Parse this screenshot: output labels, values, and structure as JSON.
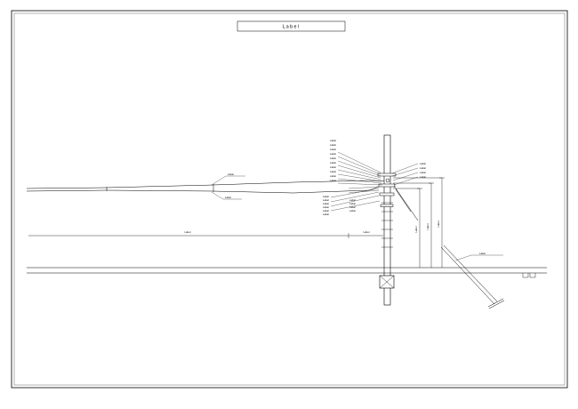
{
  "drawing": {
    "title": "Label",
    "callouts": {
      "left_span_upper": "Label",
      "left_span_lower": "Label",
      "ground_span": "Label",
      "ground_offset": "Label",
      "upper_left": [
        "Label",
        "Label",
        "Label",
        "Label",
        "Label",
        "Label",
        "Label",
        "Label",
        "Label",
        "Label"
      ],
      "lower_left": [
        "Label",
        "Label",
        "Label",
        "Label",
        "Label",
        "Label"
      ],
      "lower_right": [
        "Label",
        "Label",
        "Label",
        "Label"
      ],
      "right_top": [
        "Label",
        "Label",
        "Label",
        "Label"
      ],
      "dimensions": [
        "Label",
        "Label",
        "Label"
      ],
      "stay_wire": "Label"
    }
  },
  "colors": {
    "line": "#000000",
    "frame": "#000000",
    "background": "#ffffff"
  }
}
